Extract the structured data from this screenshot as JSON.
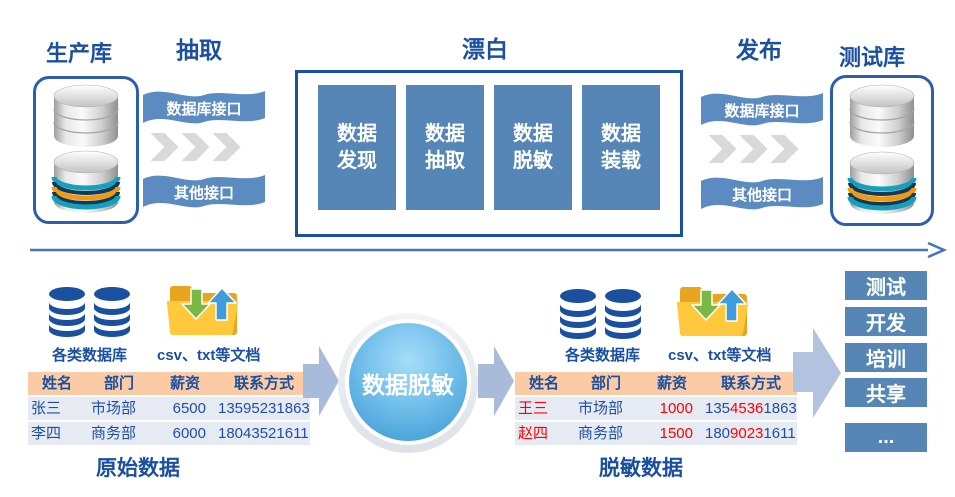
{
  "colors": {
    "steel_blue": "#5586B6",
    "dark_blue": "#1B4FA0",
    "table_header_peach": "#FACBA4",
    "table_row_bg": "#E6EAF3",
    "masked_red": "#FF0000",
    "circle_blue": "#54ACE0",
    "flow_arrow_blue": "#4472C4",
    "chevron_gray": "#D9D9D9"
  },
  "top": {
    "labels": {
      "production": "生产库",
      "extract": "抽取",
      "bleach": "漂白",
      "publish": "发布",
      "test": "测试库"
    },
    "left_banners": [
      "数据库接口",
      "其他接口"
    ],
    "right_banners": [
      "数据库接口",
      "其他接口"
    ],
    "process_boxes": [
      {
        "line1": "数据",
        "line2": "发现"
      },
      {
        "line1": "数据",
        "line2": "抽取"
      },
      {
        "line1": "数据",
        "line2": "脱敏"
      },
      {
        "line1": "数据",
        "line2": "装载"
      }
    ]
  },
  "bottom": {
    "left_sources": {
      "databases_label": "各类数据库",
      "documents_label": "csv、txt等文档"
    },
    "right_sources": {
      "databases_label": "各类数据库",
      "documents_label": "csv、txt等文档"
    },
    "original_table": {
      "headers": [
        "姓名",
        "部门",
        "薪资",
        "联系方式"
      ],
      "rows": [
        [
          [
            {
              "t": "张三",
              "c": "blue"
            }
          ],
          [
            {
              "t": "市场部",
              "c": "blue"
            }
          ],
          [
            {
              "t": "6500",
              "c": "blue"
            }
          ],
          [
            {
              "t": "13595231863",
              "c": "blue"
            }
          ]
        ],
        [
          [
            {
              "t": "李四",
              "c": "blue"
            }
          ],
          [
            {
              "t": "商务部",
              "c": "blue"
            }
          ],
          [
            {
              "t": "6000",
              "c": "blue"
            }
          ],
          [
            {
              "t": "18043521611",
              "c": "blue"
            }
          ]
        ]
      ],
      "caption": "原始数据"
    },
    "masking_circle_label": "数据脱敏",
    "masked_table": {
      "headers": [
        "姓名",
        "部门",
        "薪资",
        "联系方式"
      ],
      "rows": [
        [
          [
            {
              "t": "王三",
              "c": "red"
            }
          ],
          [
            {
              "t": "市场部",
              "c": "blue"
            }
          ],
          [
            {
              "t": "1000",
              "c": "red"
            }
          ],
          [
            {
              "t": "135",
              "c": "blue"
            },
            {
              "t": "4536",
              "c": "red"
            },
            {
              "t": "1863",
              "c": "blue"
            }
          ]
        ],
        [
          [
            {
              "t": "赵四",
              "c": "red"
            }
          ],
          [
            {
              "t": "商务部",
              "c": "blue"
            }
          ],
          [
            {
              "t": "1500",
              "c": "red"
            }
          ],
          [
            {
              "t": "180",
              "c": "blue"
            },
            {
              "t": "9023",
              "c": "red"
            },
            {
              "t": "1611",
              "c": "blue"
            }
          ]
        ]
      ],
      "caption": "脱敏数据"
    },
    "usage_boxes": [
      "测试",
      "开发",
      "培训",
      "共享",
      "..."
    ]
  },
  "icons": [
    "metal-database-icon",
    "striped-database-icon",
    "chevron-flow-icon",
    "blue-database-icon",
    "folder-transfer-icon",
    "block-arrow-icon",
    "long-arrow-icon"
  ]
}
